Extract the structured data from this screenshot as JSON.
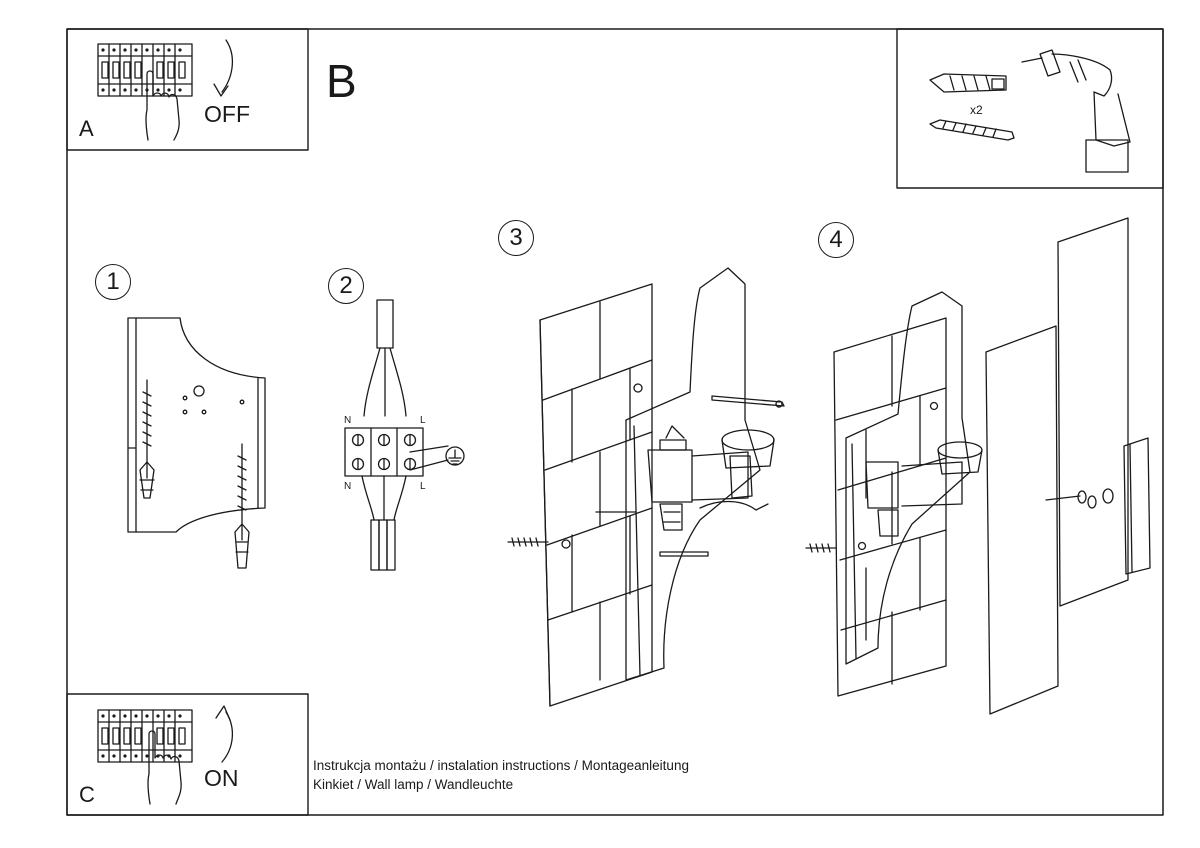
{
  "panels": {
    "a": {
      "letter": "A",
      "state": "OFF"
    },
    "b": {
      "letter": "B",
      "multiplier": "x2"
    },
    "c": {
      "letter": "C",
      "state": "ON"
    }
  },
  "steps": [
    "1",
    "2",
    "3",
    "4"
  ],
  "wiring": {
    "top_left": "N",
    "top_right": "L",
    "bottom_left": "N",
    "bottom_right": "L",
    "ground_icon": "earth-ground-icon"
  },
  "caption": {
    "line1": "Instrukcja montażu / instalation instructions / Montageanleitung",
    "line2": "Kinkiet / Wall lamp / Wandleuchte"
  },
  "icons": [
    "circuit-breaker-icon",
    "hand-icon",
    "curved-arrow-down-icon",
    "curved-arrow-up-icon",
    "wall-plug-icon",
    "screw-icon",
    "drill-icon"
  ]
}
